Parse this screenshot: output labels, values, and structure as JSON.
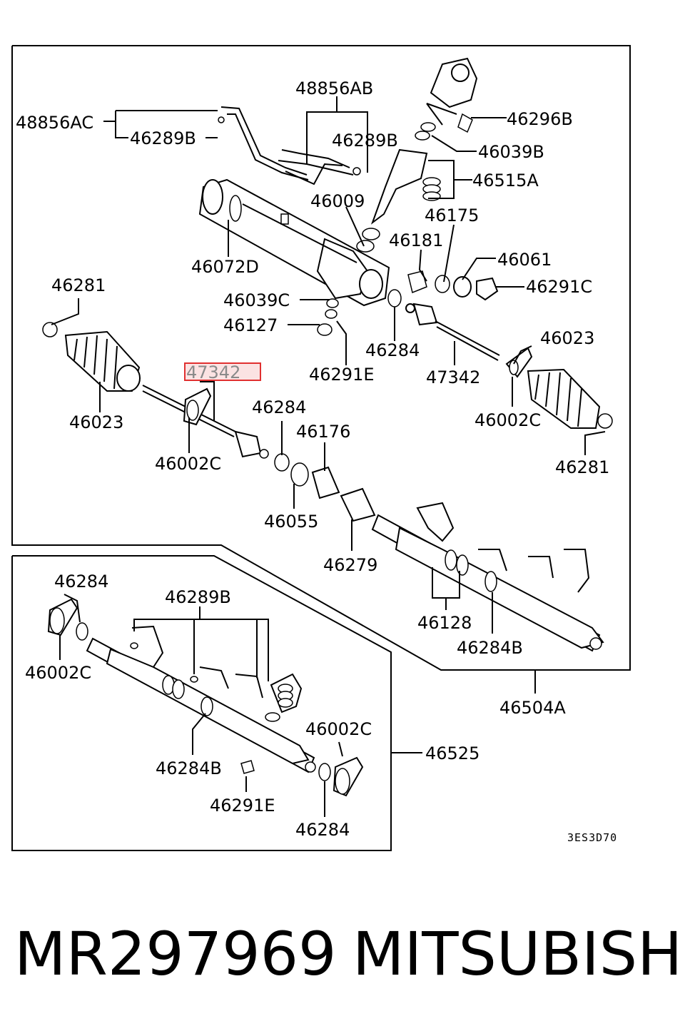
{
  "diagram": {
    "labels": {
      "p48856AB": "48856AB",
      "p48856AC": "48856AC",
      "p46289B_a": "46289B",
      "p46289B_b": "46289B",
      "p46296B": "46296B",
      "p46039B": "46039B",
      "p46515A": "46515A",
      "p46009": "46009",
      "p46175": "46175",
      "p46181": "46181",
      "p46061": "46061",
      "p46291C": "46291C",
      "p46072D": "46072D",
      "p46039C": "46039C",
      "p46127": "46127",
      "p46284_a": "46284",
      "p46291E_a": "46291E",
      "p46281_a": "46281",
      "p46023_a": "46023",
      "p47342_hl": "47342",
      "p47342_b": "47342",
      "p46023_b": "46023",
      "p46002C_a": "46002C",
      "p46002C_b": "46002C",
      "p46281_b": "46281",
      "p46284_b": "46284",
      "p46176": "46176",
      "p46055": "46055",
      "p46279": "46279",
      "p46128": "46128",
      "p46284B_a": "46284B",
      "p46504A": "46504A",
      "p46284_c": "46284",
      "p46289B_c": "46289B",
      "p46002C_c": "46002C",
      "p46002C_d": "46002C",
      "p46284B_b": "46284B",
      "p46291E_b": "46291E",
      "p46284_d": "46284",
      "p46525": "46525"
    },
    "code": "3ES3D70",
    "highlight_color": "#e03030"
  },
  "footer": {
    "part_number": "MR297969",
    "brand": "MITSUBISHI"
  }
}
